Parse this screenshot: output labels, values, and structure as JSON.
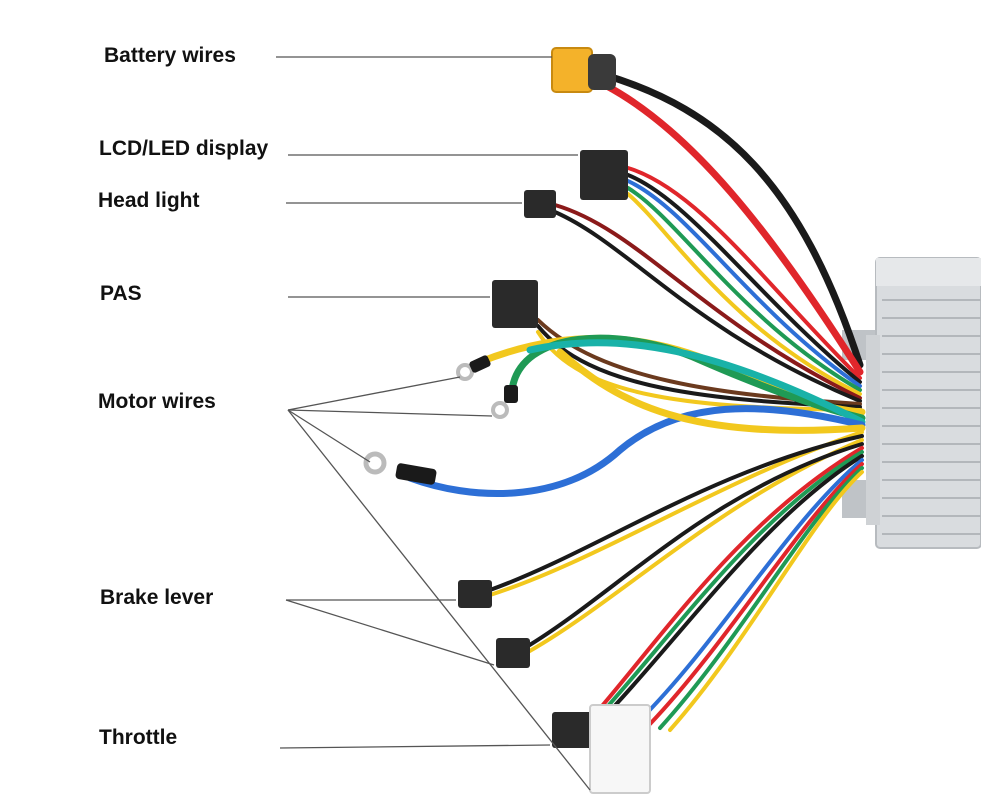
{
  "labels": {
    "battery": "Battery wires",
    "display": "LCD/LED display",
    "headlight": "Head light",
    "pas": "PAS",
    "motor": "Motor wires",
    "brake": "Brake lever",
    "throttle": "Throttle"
  },
  "colors": {
    "red": "#e0262b",
    "black": "#1a1a1a",
    "blue": "#2d6fd6",
    "green": "#1f9a55",
    "yellow": "#f2c81e",
    "teal": "#19b2a8",
    "brown": "#6b3a1e",
    "connector": "#2a2a2a",
    "xt_yellow": "#f4b22a",
    "controller": "#d9dcdf",
    "leader": "#555555"
  }
}
